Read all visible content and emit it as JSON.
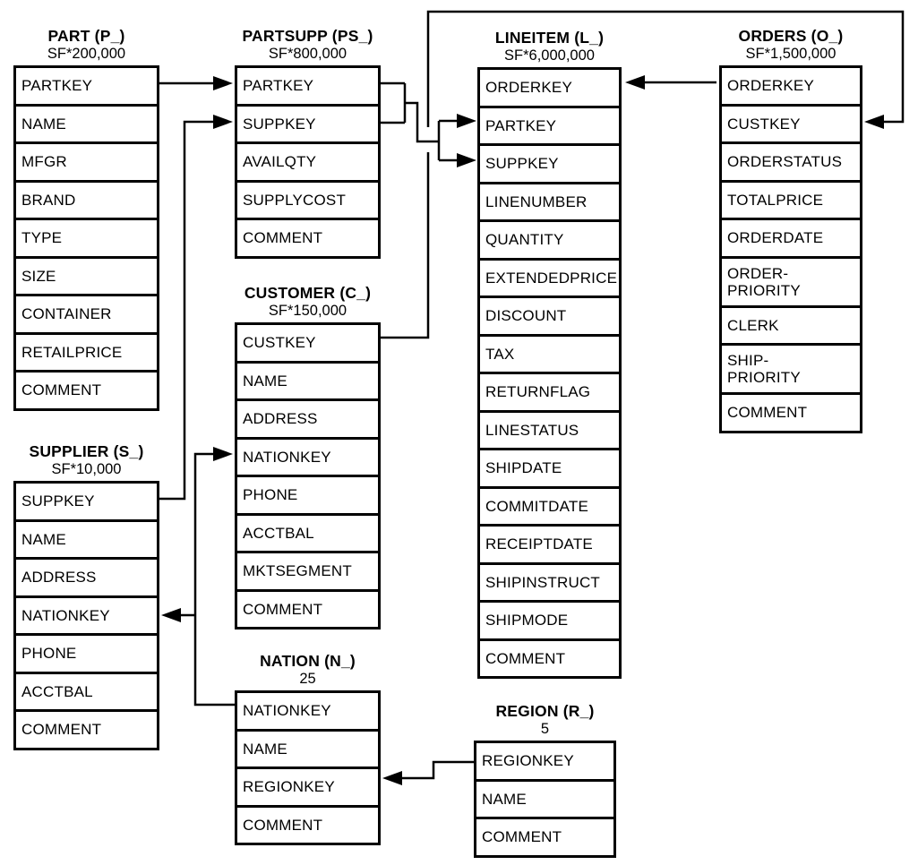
{
  "tables": [
    {
      "id": "part",
      "title": "PART (P_)",
      "cardinality": "SF*200,000",
      "columns": [
        "PARTKEY",
        "NAME",
        "MFGR",
        "BRAND",
        "TYPE",
        "SIZE",
        "CONTAINER",
        "RETAILPRICE",
        "COMMENT"
      ]
    },
    {
      "id": "partsupp",
      "title": "PARTSUPP (PS_)",
      "cardinality": "SF*800,000",
      "columns": [
        "PARTKEY",
        "SUPPKEY",
        "AVAILQTY",
        "SUPPLYCOST",
        "COMMENT"
      ]
    },
    {
      "id": "lineitem",
      "title": "LINEITEM (L_)",
      "cardinality": "SF*6,000,000",
      "columns": [
        "ORDERKEY",
        "PARTKEY",
        "SUPPKEY",
        "LINENUMBER",
        "QUANTITY",
        "EXTENDEDPRICE",
        "DISCOUNT",
        "TAX",
        "RETURNFLAG",
        "LINESTATUS",
        "SHIPDATE",
        "COMMITDATE",
        "RECEIPTDATE",
        "SHIPINSTRUCT",
        "SHIPMODE",
        "COMMENT"
      ]
    },
    {
      "id": "orders",
      "title": "ORDERS (O_)",
      "cardinality": "SF*1,500,000",
      "columns": [
        "ORDERKEY",
        "CUSTKEY",
        "ORDERSTATUS",
        "TOTALPRICE",
        "ORDERDATE",
        "ORDER-\nPRIORITY",
        "CLERK",
        "SHIP-\nPRIORITY",
        "COMMENT"
      ]
    },
    {
      "id": "customer",
      "title": "CUSTOMER (C_)",
      "cardinality": "SF*150,000",
      "columns": [
        "CUSTKEY",
        "NAME",
        "ADDRESS",
        "NATIONKEY",
        "PHONE",
        "ACCTBAL",
        "MKTSEGMENT",
        "COMMENT"
      ]
    },
    {
      "id": "supplier",
      "title": "SUPPLIER (S_)",
      "cardinality": "SF*10,000",
      "columns": [
        "SUPPKEY",
        "NAME",
        "ADDRESS",
        "NATIONKEY",
        "PHONE",
        "ACCTBAL",
        "COMMENT"
      ]
    },
    {
      "id": "nation",
      "title": "NATION (N_)",
      "cardinality": "25",
      "columns": [
        "NATIONKEY",
        "NAME",
        "REGIONKEY",
        "COMMENT"
      ]
    },
    {
      "id": "region",
      "title": "REGION (R_)",
      "cardinality": "5",
      "columns": [
        "REGIONKEY",
        "NAME",
        "COMMENT"
      ]
    }
  ],
  "relationships": [
    {
      "from": "PART.PARTKEY",
      "to": "PARTSUPP.PARTKEY"
    },
    {
      "from": "SUPPLIER.SUPPKEY",
      "to": "PARTSUPP.SUPPKEY"
    },
    {
      "from": "PARTSUPP.PARTKEY",
      "to": "LINEITEM.PARTKEY"
    },
    {
      "from": "PARTSUPP.SUPPKEY",
      "to": "LINEITEM.SUPPKEY"
    },
    {
      "from": "ORDERS.ORDERKEY",
      "to": "LINEITEM.ORDERKEY"
    },
    {
      "from": "CUSTOMER.CUSTKEY",
      "to": "ORDERS.CUSTKEY"
    },
    {
      "from": "NATION.NATIONKEY",
      "to": "SUPPLIER.NATIONKEY"
    },
    {
      "from": "NATION.NATIONKEY",
      "to": "CUSTOMER.NATIONKEY"
    },
    {
      "from": "REGION.REGIONKEY",
      "to": "NATION.REGIONKEY"
    }
  ],
  "colors": {
    "line": "#000000",
    "background": "#ffffff",
    "text": "#000000"
  }
}
